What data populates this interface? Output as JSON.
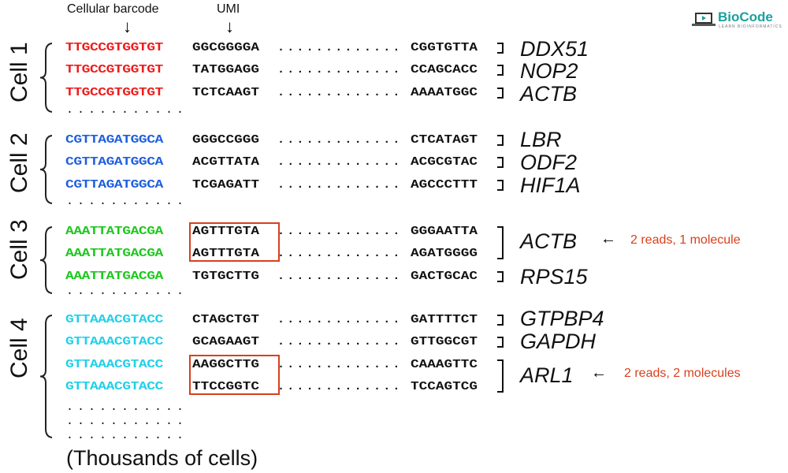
{
  "header": {
    "barcode_label": "Cellular barcode",
    "umi_label": "UMI"
  },
  "logo": {
    "name": "BioCode",
    "tagline": "LEARN BIOINFORMATICS",
    "color": "#1aa0a0"
  },
  "footer": "(Thousands of cells)",
  "colors": {
    "cell1": "#ee1c1c",
    "cell2": "#1f5fe0",
    "cell3": "#1ec81e",
    "cell4": "#22d0e8",
    "highlight": "#d7401c"
  },
  "cells": [
    {
      "label": "Cell 1",
      "reads": [
        {
          "barcode": "TTGCCGTGGTGT",
          "umi": "GGCGGGGA",
          "mid": ".............",
          "end": "CGGTGTTA"
        },
        {
          "barcode": "TTGCCGTGGTGT",
          "umi": "TATGGAGG",
          "mid": ".............",
          "end": "CCAGCACC"
        },
        {
          "barcode": "TTGCCGTGGTGT",
          "umi": "TCTCAAGT",
          "mid": ".............",
          "end": "AAAATGGC"
        }
      ],
      "genes": [
        "DDX51",
        "NOP2",
        "ACTB"
      ],
      "more": "..........."
    },
    {
      "label": "Cell 2",
      "reads": [
        {
          "barcode": "CGTTAGATGGCA",
          "umi": "GGGCCGGG",
          "mid": ".............",
          "end": "CTCATAGT"
        },
        {
          "barcode": "CGTTAGATGGCA",
          "umi": "ACGTTATA",
          "mid": ".............",
          "end": "ACGCGTAC"
        },
        {
          "barcode": "CGTTAGATGGCA",
          "umi": "TCGAGATT",
          "mid": ".............",
          "end": "AGCCCTTT"
        }
      ],
      "genes": [
        "LBR",
        "ODF2",
        "HIF1A"
      ],
      "more": "..........."
    },
    {
      "label": "Cell 3",
      "reads": [
        {
          "barcode": "AAATTATGACGA",
          "umi": "AGTTTGTA",
          "mid": ".............",
          "end": "GGGAATTA"
        },
        {
          "barcode": "AAATTATGACGA",
          "umi": "AGTTTGTA",
          "mid": ".............",
          "end": "AGATGGGG"
        },
        {
          "barcode": "AAATTATGACGA",
          "umi": "TGTGCTTG",
          "mid": ".............",
          "end": "GACTGCAC"
        }
      ],
      "genes": [
        "ACTB",
        "RPS15"
      ],
      "more": "...........",
      "note": "2 reads, 1 molecule"
    },
    {
      "label": "Cell 4",
      "reads": [
        {
          "barcode": "GTTAAACGTACC",
          "umi": "CTAGCTGT",
          "mid": ".............",
          "end": "GATTTTCT"
        },
        {
          "barcode": "GTTAAACGTACC",
          "umi": "GCAGAAGT",
          "mid": ".............",
          "end": "GTTGGCGT"
        },
        {
          "barcode": "GTTAAACGTACC",
          "umi": "AAGGCTTG",
          "mid": ".............",
          "end": "CAAAGTTC"
        },
        {
          "barcode": "GTTAAACGTACC",
          "umi": "TTCCGGTC",
          "mid": ".............",
          "end": "TCCAGTCG"
        }
      ],
      "genes": [
        "GTPBP4",
        "GAPDH",
        "ARL1"
      ],
      "more": [
        "...........",
        "...........",
        "..........."
      ],
      "note": "2 reads, 2 molecules"
    }
  ]
}
